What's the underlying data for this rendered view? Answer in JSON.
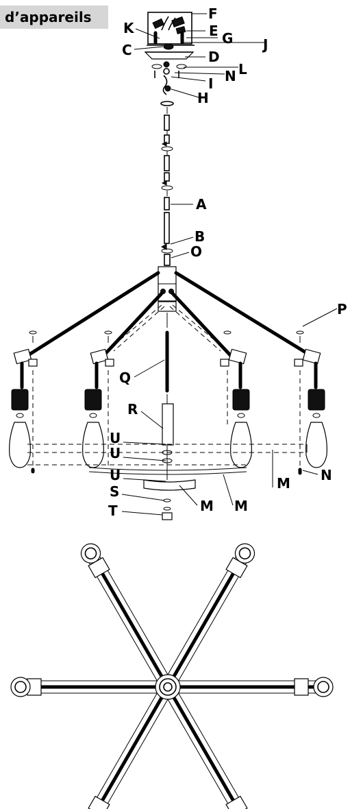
{
  "header": {
    "title": "d’appareils"
  },
  "callouts": [
    "F",
    "K",
    "E",
    "G",
    "C",
    "J",
    "D",
    "L",
    "N",
    "I",
    "H",
    "A",
    "B",
    "O",
    "P",
    "Q",
    "R",
    "U",
    "U",
    "U",
    "S",
    "T",
    "M",
    "M",
    "N",
    "M"
  ],
  "colors": {
    "ink": "#000000",
    "tab_background": "#d6d6d6"
  }
}
